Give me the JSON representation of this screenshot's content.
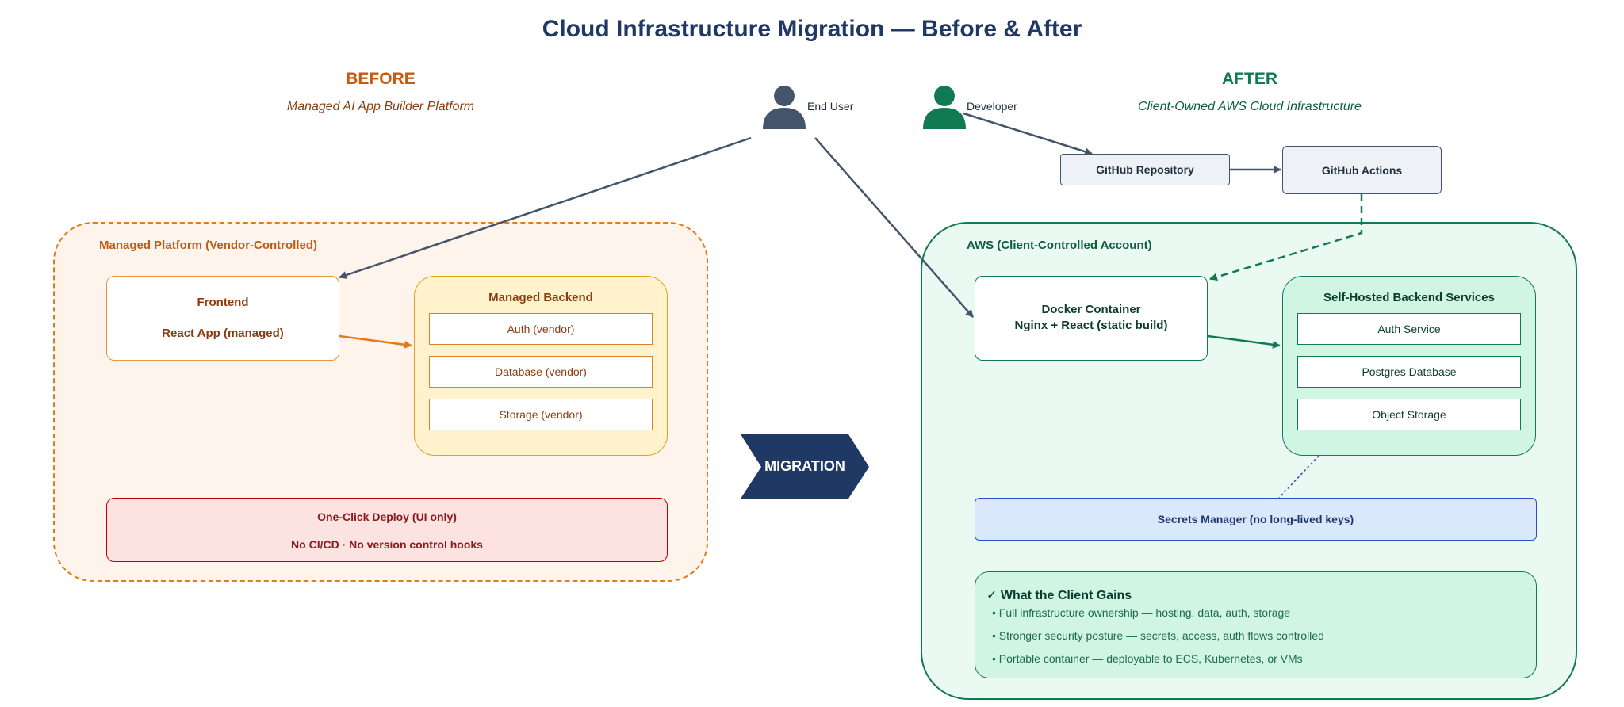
{
  "title": "Cloud Infrastructure Migration — Before & After",
  "before": {
    "heading": "BEFORE",
    "subtitle": "Managed AI App Builder Platform",
    "region_label": "Managed Platform (Vendor-Controlled)",
    "frontend": {
      "title": "Frontend",
      "subtitle": "React App (managed)"
    },
    "backend": {
      "title": "Managed Backend",
      "items": [
        "Auth (vendor)",
        "Database (vendor)",
        "Storage (vendor)"
      ]
    },
    "deploy": {
      "line1": "One-Click Deploy (UI only)",
      "line2": "No CI/CD · No version control hooks"
    }
  },
  "after": {
    "heading": "AFTER",
    "subtitle": "Client-Owned AWS Cloud Infrastructure",
    "region_label": "AWS (Client-Controlled Account)",
    "docker": {
      "line1": "Docker Container",
      "line2": "Nginx + React (static build)"
    },
    "backend": {
      "title": "Self-Hosted Backend Services",
      "items": [
        "Auth Service",
        "Postgres Database",
        "Object Storage"
      ]
    },
    "secrets": "Secrets Manager (no long-lived keys)",
    "gains": {
      "title": "✓ What the Client Gains",
      "items": [
        "• Full infrastructure ownership — hosting, data, auth, storage",
        "• Stronger security posture — secrets, access, auth flows controlled",
        "• Portable container — deployable to ECS, Kubernetes, or VMs"
      ]
    }
  },
  "actors": {
    "end_user": "End User",
    "developer": "Developer"
  },
  "pipeline": {
    "repo": "GitHub Repository",
    "actions": "GitHub Actions"
  },
  "migration_label": "MIGRATION",
  "colors": {
    "title": "#1f3864",
    "before_accent": "#c55a11",
    "after_accent": "#127a52",
    "arrow": "#44546a",
    "deploy_fill": "#fde2e2",
    "deploy_border": "#c00000",
    "secrets_fill": "#dae8fc",
    "secrets_border": "#2f4ec4"
  }
}
